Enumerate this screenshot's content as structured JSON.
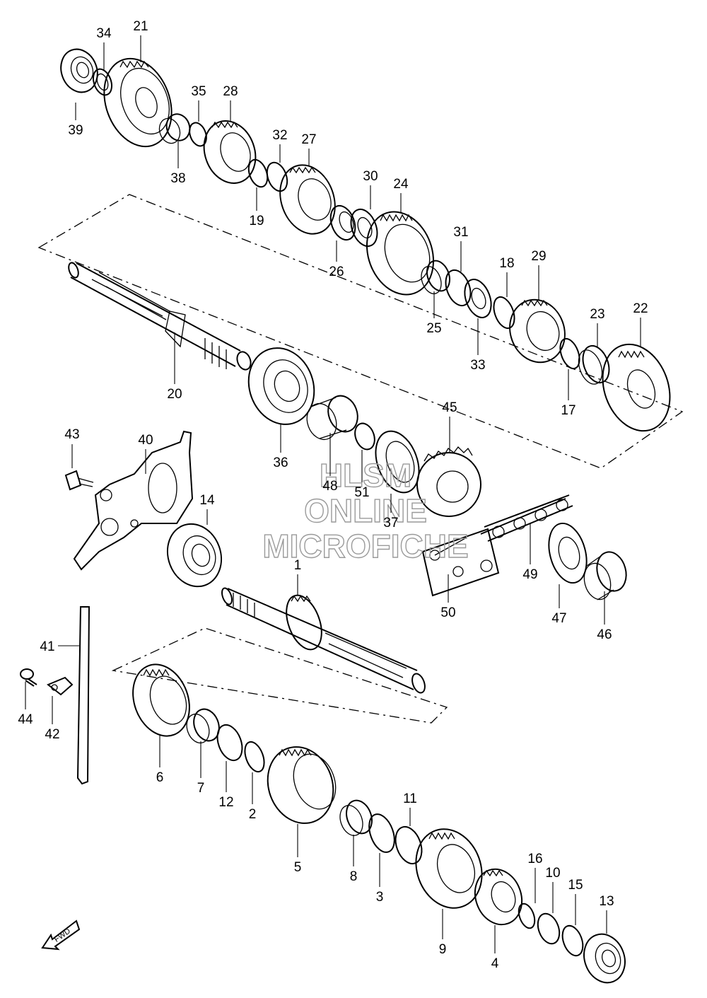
{
  "watermark": [
    "HLSM",
    "ONLINE",
    "MICROFICHE"
  ],
  "fwd_label": "FWD",
  "callouts": [
    {
      "id": "c34",
      "label": "34"
    },
    {
      "id": "c21",
      "label": "21"
    },
    {
      "id": "c39",
      "label": "39"
    },
    {
      "id": "c35",
      "label": "35"
    },
    {
      "id": "c28",
      "label": "28"
    },
    {
      "id": "c38",
      "label": "38"
    },
    {
      "id": "c32",
      "label": "32"
    },
    {
      "id": "c27",
      "label": "27"
    },
    {
      "id": "c19",
      "label": "19"
    },
    {
      "id": "c30",
      "label": "30"
    },
    {
      "id": "c24",
      "label": "24"
    },
    {
      "id": "c26",
      "label": "26"
    },
    {
      "id": "c31",
      "label": "31"
    },
    {
      "id": "c18",
      "label": "18"
    },
    {
      "id": "c29",
      "label": "29"
    },
    {
      "id": "c25",
      "label": "25"
    },
    {
      "id": "c33",
      "label": "33"
    },
    {
      "id": "c23",
      "label": "23"
    },
    {
      "id": "c22",
      "label": "22"
    },
    {
      "id": "c17",
      "label": "17"
    },
    {
      "id": "c20",
      "label": "20"
    },
    {
      "id": "c36",
      "label": "36"
    },
    {
      "id": "c45",
      "label": "45"
    },
    {
      "id": "c43",
      "label": "43"
    },
    {
      "id": "c40",
      "label": "40"
    },
    {
      "id": "c48",
      "label": "48"
    },
    {
      "id": "c51",
      "label": "51"
    },
    {
      "id": "c37",
      "label": "37"
    },
    {
      "id": "c14",
      "label": "14"
    },
    {
      "id": "c1",
      "label": "1"
    },
    {
      "id": "c49",
      "label": "49"
    },
    {
      "id": "c47",
      "label": "47"
    },
    {
      "id": "c50",
      "label": "50"
    },
    {
      "id": "c46",
      "label": "46"
    },
    {
      "id": "c41",
      "label": "41"
    },
    {
      "id": "c44",
      "label": "44"
    },
    {
      "id": "c42",
      "label": "42"
    },
    {
      "id": "c6",
      "label": "6"
    },
    {
      "id": "c7",
      "label": "7"
    },
    {
      "id": "c12",
      "label": "12"
    },
    {
      "id": "c2",
      "label": "2"
    },
    {
      "id": "c11",
      "label": "11"
    },
    {
      "id": "c5",
      "label": "5"
    },
    {
      "id": "c8",
      "label": "8"
    },
    {
      "id": "c3",
      "label": "3"
    },
    {
      "id": "c16",
      "label": "16"
    },
    {
      "id": "c10",
      "label": "10"
    },
    {
      "id": "c15",
      "label": "15"
    },
    {
      "id": "c13",
      "label": "13"
    },
    {
      "id": "c9",
      "label": "9"
    },
    {
      "id": "c4",
      "label": "4"
    }
  ]
}
